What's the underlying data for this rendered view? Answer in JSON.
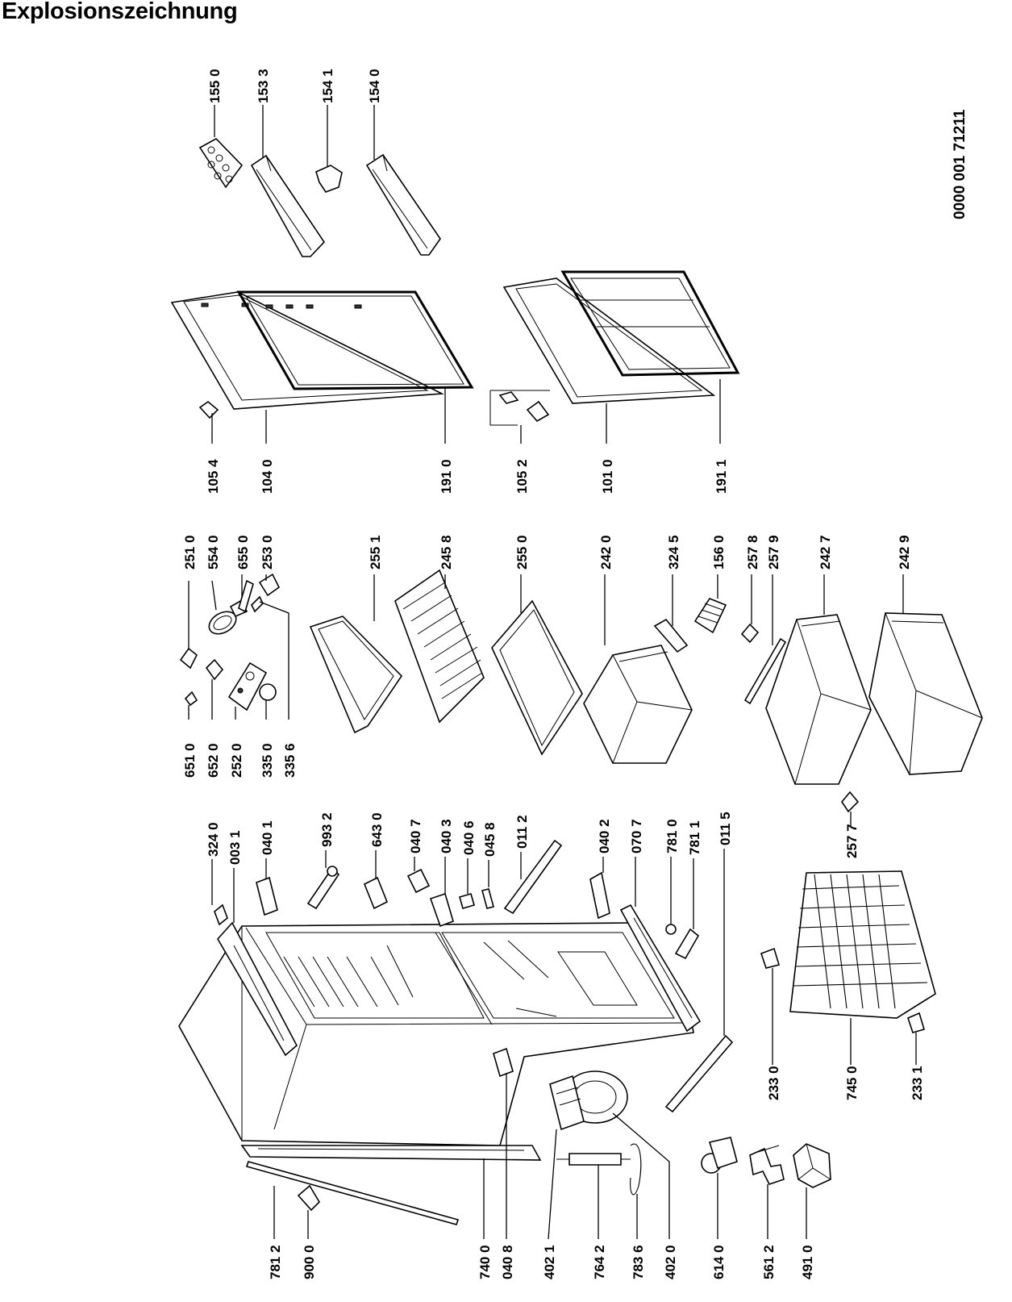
{
  "title": "Explosionszeichnung",
  "document_code": "0000 001 71211",
  "parts": {
    "p155_0": "155 0",
    "p153_3": "153 3",
    "p154_1": "154 1",
    "p154_0": "154 0",
    "p105_4": "105 4",
    "p104_0": "104 0",
    "p191_0": "191 0",
    "p105_2": "105 2",
    "p101_0": "101 0",
    "p191_1": "191 1",
    "p251_0": "251 0",
    "p554_0": "554 0",
    "p655_0": "655 0",
    "p253_0": "253 0",
    "p651_0": "651 0",
    "p652_0": "652 0",
    "p252_0": "252 0",
    "p335_0": "335 0",
    "p335_6": "335 6",
    "p255_1": "255 1",
    "p245_8": "245 8",
    "p255_0": "255 0",
    "p242_0": "242 0",
    "p324_5": "324 5",
    "p156_0": "156 0",
    "p257_8": "257 8",
    "p257_9": "257 9",
    "p242_7": "242 7",
    "p242_9": "242 9",
    "p257_7": "257 7",
    "p324_0": "324 0",
    "p003_1": "003 1",
    "p040_1": "040 1",
    "p993_2": "993 2",
    "p643_0": "643 0",
    "p040_7": "040 7",
    "p040_3": "040 3",
    "p040_6": "040 6",
    "p045_8": "045 8",
    "p011_2": "011 2",
    "p040_2": "040 2",
    "p070_7": "070 7",
    "p781_0": "781 0",
    "p781_1": "781 1",
    "p011_5": "011 5",
    "p233_0": "233 0",
    "p745_0": "745 0",
    "p233_1": "233 1",
    "p781_2": "781 2",
    "p900_0": "900 0",
    "p740_0": "740 0",
    "p040_8": "040 8",
    "p402_1": "402 1",
    "p764_2": "764 2",
    "p783_6": "783 6",
    "p402_0": "402 0",
    "p614_0": "614 0",
    "p561_2": "561 2",
    "p491_0": "491 0"
  }
}
